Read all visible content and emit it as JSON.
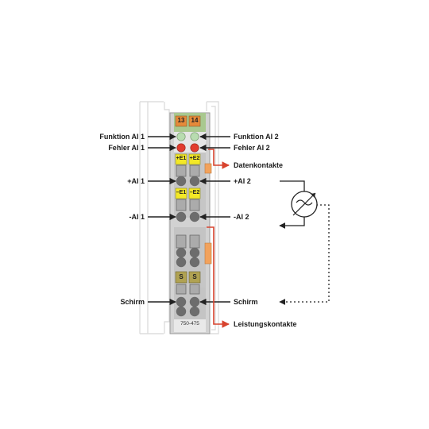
{
  "terminal_block": {
    "model": "750-475",
    "channel_numbers": [
      "13",
      "14"
    ],
    "terminal_labels": {
      "plus_e1": "+E1",
      "plus_e2": "+E2",
      "minus_e1": "–E1",
      "minus_e2": "–E2",
      "shield_1": "S",
      "shield_2": "S"
    },
    "led_colors": {
      "function": "#b8dcb0",
      "error": "#e23b2e"
    }
  },
  "labels": {
    "left": {
      "function_ai1": "Funktion AI 1",
      "error_ai1": "Fehler AI 1",
      "plus_ai1": "+AI 1",
      "minus_ai1": "-AI 1",
      "shield": "Schirm"
    },
    "right": {
      "function_ai2": "Funktion AI 2",
      "error_ai2": "Fehler AI 2",
      "data_contacts": "Datenkontakte",
      "plus_ai2": "+AI 2",
      "minus_ai2": "-AI 2",
      "shield": "Schirm",
      "power_contacts": "Leistungskontakte"
    }
  },
  "colors": {
    "housing": "#c8c8c8",
    "housing_light": "#e6e6e6",
    "channel_header": "#a9c88f",
    "channel_number": "#e58a3a",
    "plus_terminal": "#f3e826",
    "shield_terminal": "#b0a252",
    "contact_arrow": "#d8432e",
    "arrow": "#222222"
  },
  "icons": {
    "sensor": "current-sensor-symbol"
  }
}
